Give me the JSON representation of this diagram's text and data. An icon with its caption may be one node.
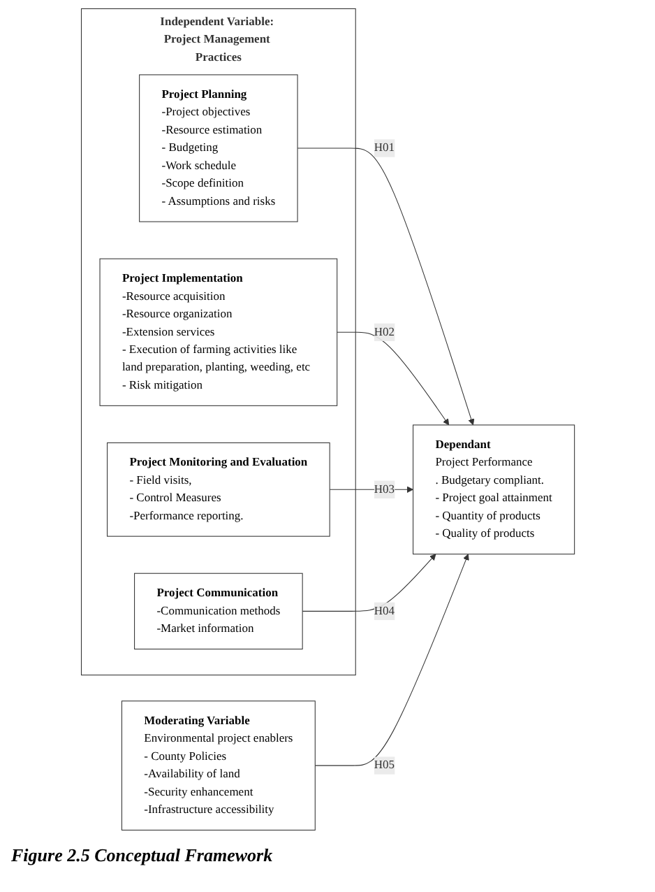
{
  "diagram": {
    "caption": "Figure 2.5 Conceptual Framework",
    "nodes": [
      {
        "text": [
          "Independent Variable: Project Management Practices"
        ]
      },
      {
        "text": [
          "Project Planning",
          "-Project objectives",
          "-Resource estimation",
          "- Budgeting",
          "-Work schedule",
          "-Scope definition",
          "- Assumptions and risks"
        ],
        "in": 0
      },
      {
        "text": [
          "Project Implementation",
          "-Resource acquisition",
          "-Resource organization",
          "-Extension services",
          "- Execution of farming activities like land preparation, planting, weeding, etc",
          "- Risk mitigation"
        ],
        "in": 0
      },
      {
        "text": [
          "Project Monitoring and Evaluation",
          "- Field visits,",
          "- Control Measures",
          "-Performance reporting."
        ],
        "in": 0
      },
      {
        "text": [
          "Project Communication",
          "-Communication methods",
          "-Market information"
        ],
        "in": 0
      },
      {
        "text": [
          "Dependant",
          "Project Performance",
          ". Budgetary compliant.",
          "- Project goal attainment",
          "- Quantity of products",
          "- Quality of products"
        ]
      },
      {
        "text": [
          "Moderating Variable",
          "Environmental project enablers",
          "- County Policies",
          "-Availability of land",
          "-Security enhancement",
          "-Infrastructure accessibility"
        ]
      }
    ],
    "edges": [
      {
        "from": 1,
        "to": 5,
        "arrow": "to",
        "label": "H01"
      },
      {
        "from": 2,
        "to": 5,
        "arrow": "to",
        "label": "H02"
      },
      {
        "from": 3,
        "to": 5,
        "arrow": "to",
        "label": "H03"
      },
      {
        "from": 4,
        "to": 5,
        "arrow": "to",
        "label": "H04"
      },
      {
        "from": 6,
        "to": 5,
        "arrow": "to",
        "label": "H05"
      }
    ]
  }
}
